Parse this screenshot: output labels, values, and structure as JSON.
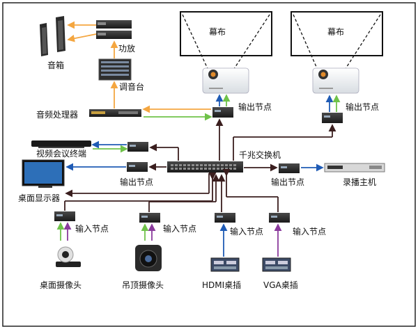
{
  "labels": {
    "speaker": "音箱",
    "amplifier": "功放",
    "mixer": "调音台",
    "audio_processor": "音频处理器",
    "screen_left": "幕布",
    "screen_right": "幕布",
    "output_node_proj_left": "输出节点",
    "output_node_proj_right": "输出节点",
    "switch": "千兆交换机",
    "video_conf": "视频会议终端",
    "output_node_left": "输出节点",
    "output_node_right": "输出节点",
    "desktop_display": "桌面显示器",
    "recorder": "录播主机",
    "input_node_1": "输入节点",
    "input_node_2": "输入节点",
    "input_node_3": "输入节点",
    "input_node_4": "输入节点",
    "desk_camera": "桌面摄像头",
    "ceiling_camera": "吊顶摄像头",
    "hdmi_socket": "HDMI桌插",
    "vga_socket": "VGA桌插"
  },
  "colors": {
    "audio": "#f4a640",
    "green": "#6fc24a",
    "blue": "#1f5bb5",
    "purple": "#8a3a9c",
    "network": "#3a1e1e"
  }
}
